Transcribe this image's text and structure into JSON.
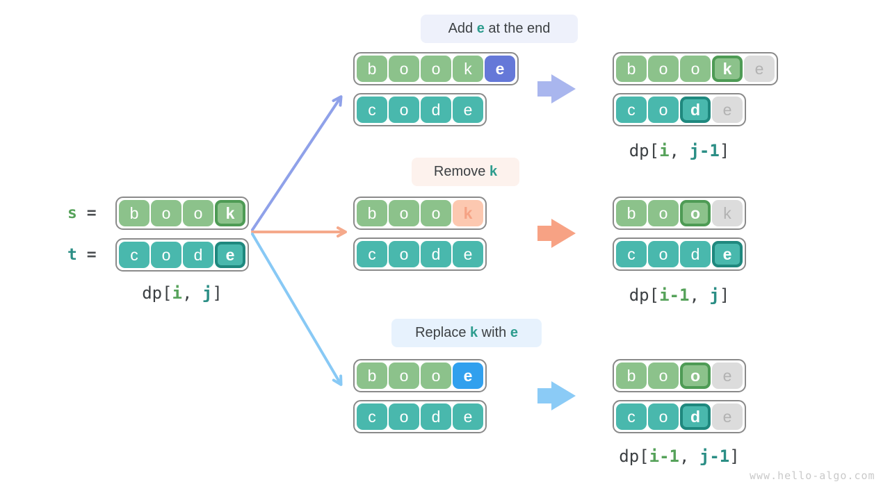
{
  "watermark": "www.hello-algo.com",
  "colors": {
    "cell_green": "#8cc28b",
    "cell_green_ring": "#4e9b55",
    "cell_teal": "#49b8ad",
    "cell_teal_ring": "#1f887e",
    "cell_gray": "#dcdcdc",
    "cell_gray_text": "#b2b2b2",
    "cell_indigo": "#6578d8",
    "cell_azure": "#31a0ee",
    "cell_peach": "#fcc8b0",
    "cell_peach_text": "#f5a284",
    "pill_add_bg": "#eef1fb",
    "pill_remove_bg": "#fdf2ed",
    "pill_replace_bg": "#e7f2fd",
    "text_dark": "#3c4043",
    "text_teal": "#2d9c8e",
    "var_green": "#56a25a",
    "var_teal": "#2b8e85",
    "arrow_add": "#8fa1e9",
    "arrow_remove": "#f5a98b",
    "arrow_replace": "#88c9f5",
    "block_add": "#a9b6ee",
    "block_remove": "#f7a284",
    "block_replace": "#8bcbf6",
    "row_border": "#8a8a8a"
  },
  "source": {
    "s_label": [
      {
        "t": "s ",
        "c": "green-var"
      },
      {
        "t": "=",
        "c": "eq"
      }
    ],
    "t_label": [
      {
        "t": "t ",
        "c": "teal-var"
      },
      {
        "t": "=",
        "c": "eq"
      }
    ],
    "s_row": [
      {
        "ch": "b",
        "type": "green"
      },
      {
        "ch": "o",
        "type": "green"
      },
      {
        "ch": "o",
        "type": "green"
      },
      {
        "ch": "k",
        "type": "green-ring"
      }
    ],
    "t_row": [
      {
        "ch": "c",
        "type": "teal"
      },
      {
        "ch": "o",
        "type": "teal"
      },
      {
        "ch": "d",
        "type": "teal"
      },
      {
        "ch": "e",
        "type": "teal-ring"
      }
    ],
    "dp": [
      {
        "t": "dp[",
        "c": "dark"
      },
      {
        "t": "i",
        "c": "green-var"
      },
      {
        "t": ", ",
        "c": "dark"
      },
      {
        "t": "j",
        "c": "teal-var"
      },
      {
        "t": "]",
        "c": "dark"
      }
    ]
  },
  "branches": {
    "add": {
      "label": [
        {
          "t": "Add ",
          "c": "dark"
        },
        {
          "t": "e",
          "c": "teal"
        },
        {
          "t": " at the end",
          "c": "dark"
        }
      ],
      "mid_s": [
        {
          "ch": "b",
          "type": "green"
        },
        {
          "ch": "o",
          "type": "green"
        },
        {
          "ch": "o",
          "type": "green"
        },
        {
          "ch": "k",
          "type": "green"
        },
        {
          "ch": "e",
          "type": "indigo"
        }
      ],
      "mid_t": [
        {
          "ch": "c",
          "type": "teal"
        },
        {
          "ch": "o",
          "type": "teal"
        },
        {
          "ch": "d",
          "type": "teal"
        },
        {
          "ch": "e",
          "type": "teal"
        }
      ],
      "res_s": [
        {
          "ch": "b",
          "type": "green"
        },
        {
          "ch": "o",
          "type": "green"
        },
        {
          "ch": "o",
          "type": "green"
        },
        {
          "ch": "k",
          "type": "green-ring"
        },
        {
          "ch": "e",
          "type": "gray"
        }
      ],
      "res_t": [
        {
          "ch": "c",
          "type": "teal"
        },
        {
          "ch": "o",
          "type": "teal"
        },
        {
          "ch": "d",
          "type": "teal-ring"
        },
        {
          "ch": "e",
          "type": "gray"
        }
      ],
      "dp": [
        {
          "t": "dp[",
          "c": "dark"
        },
        {
          "t": "i",
          "c": "green-var"
        },
        {
          "t": ", ",
          "c": "dark"
        },
        {
          "t": "j-1",
          "c": "teal-var"
        },
        {
          "t": "]",
          "c": "dark"
        }
      ]
    },
    "remove": {
      "label": [
        {
          "t": "Remove ",
          "c": "dark"
        },
        {
          "t": "k",
          "c": "teal"
        }
      ],
      "mid_s": [
        {
          "ch": "b",
          "type": "green"
        },
        {
          "ch": "o",
          "type": "green"
        },
        {
          "ch": "o",
          "type": "green"
        },
        {
          "ch": "k",
          "type": "peach"
        }
      ],
      "mid_t": [
        {
          "ch": "c",
          "type": "teal"
        },
        {
          "ch": "o",
          "type": "teal"
        },
        {
          "ch": "d",
          "type": "teal"
        },
        {
          "ch": "e",
          "type": "teal"
        }
      ],
      "res_s": [
        {
          "ch": "b",
          "type": "green"
        },
        {
          "ch": "o",
          "type": "green"
        },
        {
          "ch": "o",
          "type": "green-ring"
        },
        {
          "ch": "k",
          "type": "gray"
        }
      ],
      "res_t": [
        {
          "ch": "c",
          "type": "teal"
        },
        {
          "ch": "o",
          "type": "teal"
        },
        {
          "ch": "d",
          "type": "teal"
        },
        {
          "ch": "e",
          "type": "teal-ring"
        }
      ],
      "dp": [
        {
          "t": "dp[",
          "c": "dark"
        },
        {
          "t": "i-1",
          "c": "green-var"
        },
        {
          "t": ", ",
          "c": "dark"
        },
        {
          "t": "j",
          "c": "teal-var"
        },
        {
          "t": "]",
          "c": "dark"
        }
      ]
    },
    "replace": {
      "label": [
        {
          "t": "Replace ",
          "c": "dark"
        },
        {
          "t": "k",
          "c": "teal"
        },
        {
          "t": " with ",
          "c": "dark"
        },
        {
          "t": "e",
          "c": "teal"
        }
      ],
      "mid_s": [
        {
          "ch": "b",
          "type": "green"
        },
        {
          "ch": "o",
          "type": "green"
        },
        {
          "ch": "o",
          "type": "green"
        },
        {
          "ch": "e",
          "type": "azure"
        }
      ],
      "mid_t": [
        {
          "ch": "c",
          "type": "teal"
        },
        {
          "ch": "o",
          "type": "teal"
        },
        {
          "ch": "d",
          "type": "teal"
        },
        {
          "ch": "e",
          "type": "teal"
        }
      ],
      "res_s": [
        {
          "ch": "b",
          "type": "green"
        },
        {
          "ch": "o",
          "type": "green"
        },
        {
          "ch": "o",
          "type": "green-ring"
        },
        {
          "ch": "e",
          "type": "gray"
        }
      ],
      "res_t": [
        {
          "ch": "c",
          "type": "teal"
        },
        {
          "ch": "o",
          "type": "teal"
        },
        {
          "ch": "d",
          "type": "teal-ring"
        },
        {
          "ch": "e",
          "type": "gray"
        }
      ],
      "dp": [
        {
          "t": "dp[",
          "c": "dark"
        },
        {
          "t": "i-1",
          "c": "green-var"
        },
        {
          "t": ", ",
          "c": "dark"
        },
        {
          "t": "j-1",
          "c": "teal-var"
        },
        {
          "t": "]",
          "c": "dark"
        }
      ]
    }
  }
}
